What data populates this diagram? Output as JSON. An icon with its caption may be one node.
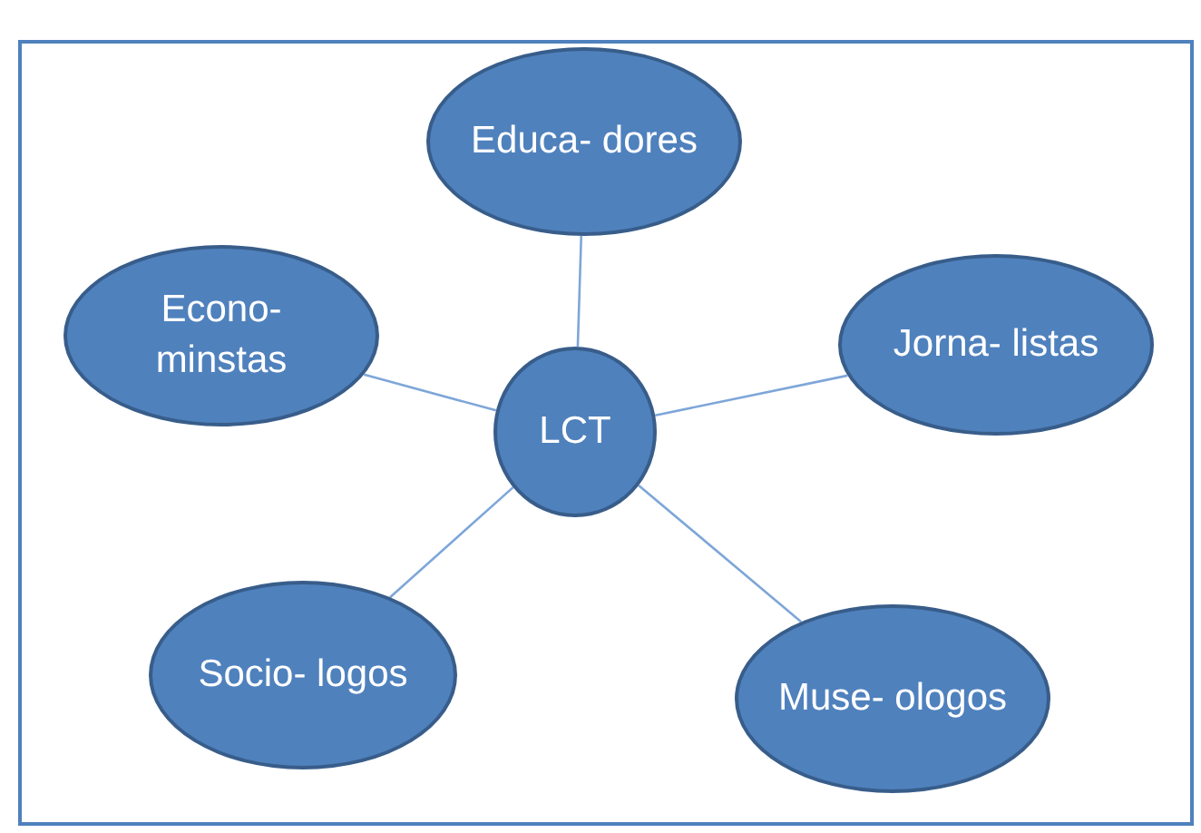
{
  "diagram": {
    "nodes": [
      {
        "text": [
          "Educa- dores"
        ]
      },
      {
        "text": [
          "Econo- minstas"
        ]
      },
      {
        "text": [
          "Jorna- listas"
        ]
      },
      {
        "text": [
          "LCT"
        ]
      },
      {
        "text": [
          "Socio- logos"
        ]
      },
      {
        "text": [
          "Muse- ologos"
        ]
      }
    ],
    "edges": [
      {
        "from": 3,
        "to": 0,
        "arrow": "none"
      },
      {
        "from": 3,
        "to": 1,
        "arrow": "none"
      },
      {
        "from": 3,
        "to": 2,
        "arrow": "none"
      },
      {
        "from": 3,
        "to": 4,
        "arrow": "none"
      },
      {
        "from": 3,
        "to": 5,
        "arrow": "none"
      }
    ]
  }
}
